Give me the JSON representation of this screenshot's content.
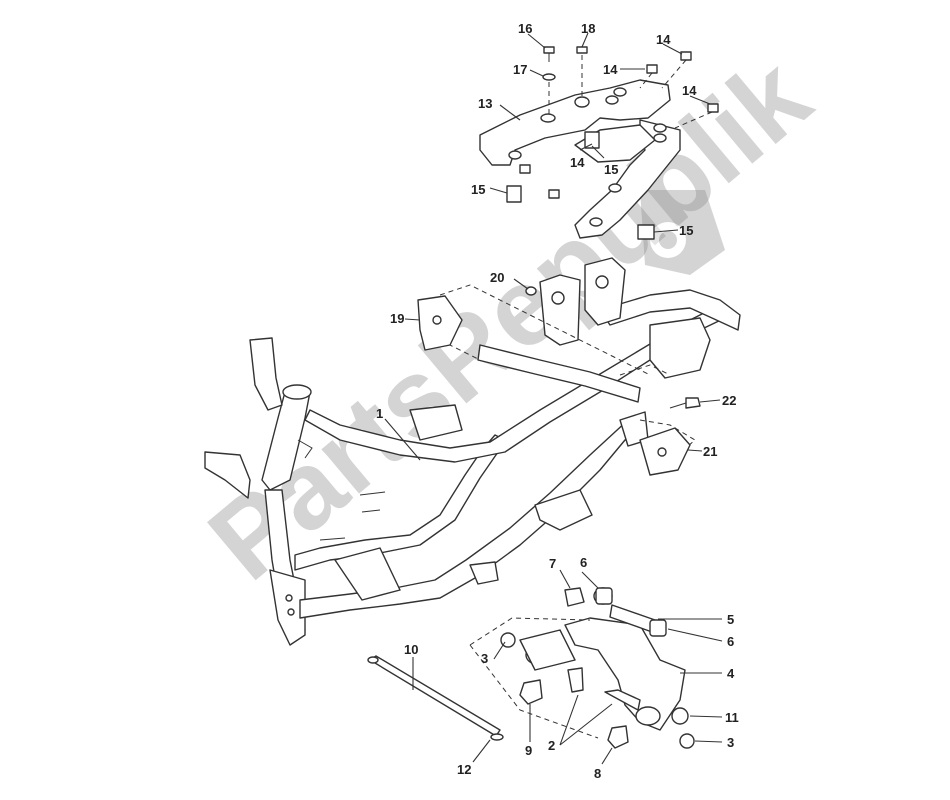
{
  "watermark": "PartsRepublik",
  "callouts": {
    "c1": "1",
    "c2": "2",
    "c3a": "3",
    "c3b": "3",
    "c4": "4",
    "c5": "5",
    "c6a": "6",
    "c6b": "6",
    "c7": "7",
    "c8": "8",
    "c9": "9",
    "c10": "10",
    "c11": "11",
    "c12": "12",
    "c13": "13",
    "c14a": "14",
    "c14b": "14",
    "c14c": "14",
    "c14d": "14",
    "c15a": "15",
    "c15b": "15",
    "c15c": "15",
    "c16": "16",
    "c17": "17",
    "c18": "18",
    "c19": "19",
    "c20": "20",
    "c21": "21",
    "c22": "22"
  }
}
